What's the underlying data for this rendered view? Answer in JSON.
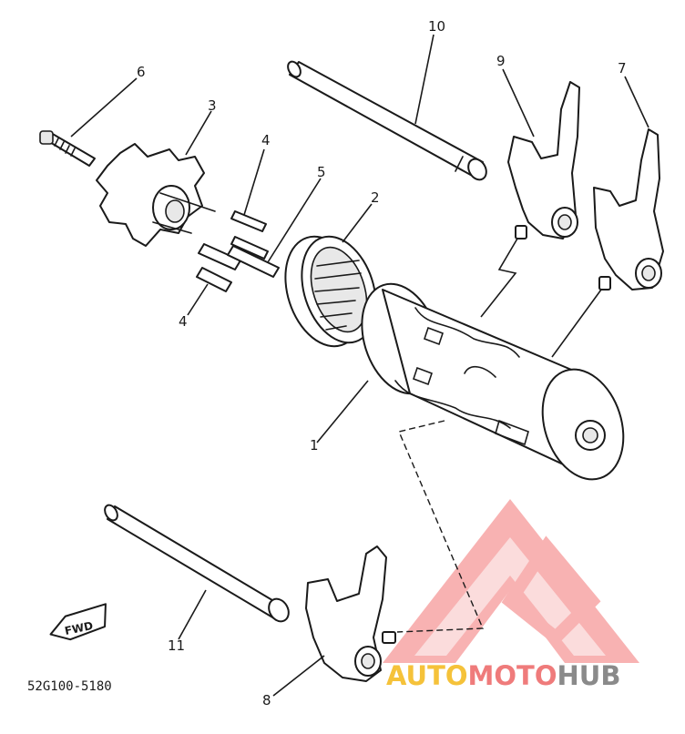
{
  "diagram": {
    "part_code": "52G100-5180",
    "forward_marker": "FWD",
    "callouts": {
      "p1": "1",
      "p2": "2",
      "p3": "3",
      "p4a": "4",
      "p4b": "4",
      "p5": "5",
      "p6": "6",
      "p7": "7",
      "p8": "8",
      "p9": "9",
      "p10": "10",
      "p11": "11"
    }
  },
  "watermark": {
    "part1": "AUTO",
    "part2": "MOTO",
    "part3": "HUB",
    "colors": {
      "auto": "#f5c23a",
      "moto": "#ef7b7b",
      "hub": "#8a8a8a",
      "logo": "#f28b8b"
    }
  }
}
